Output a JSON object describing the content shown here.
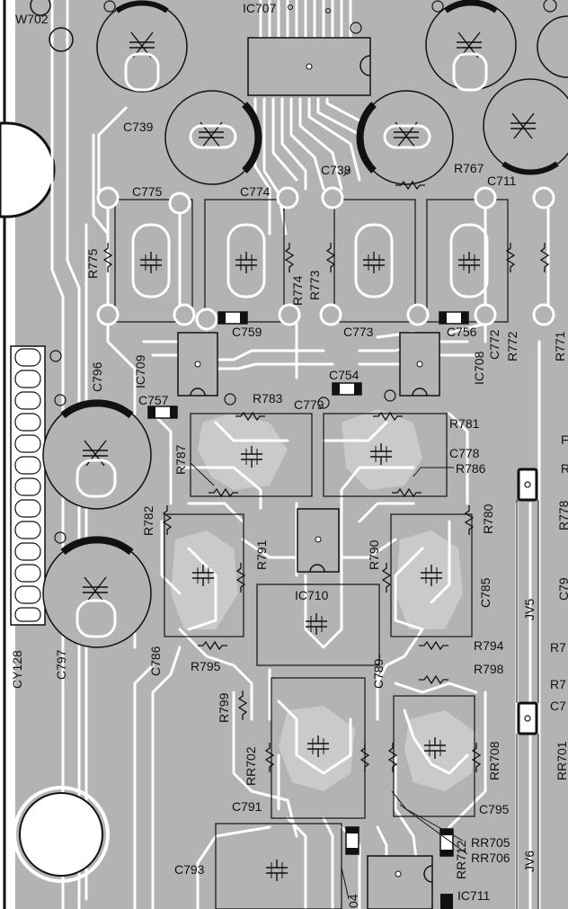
{
  "colors": {
    "board": "#b3b3b3",
    "trace": "#ffffff",
    "ink": "#111111",
    "background": "#ffffff"
  },
  "labels": {
    "w702": "W702",
    "ic707": "IC707",
    "c739": "C739",
    "c738": "C738",
    "r767": "R767",
    "c711": "C711",
    "c775": "C775",
    "c774": "C774",
    "r775": "R775",
    "r774": "R774",
    "r773": "R773",
    "c759": "C759",
    "c773": "C773",
    "c756": "C756",
    "c772": "C772",
    "r772": "R772",
    "r771": "R771",
    "ic709": "IC709",
    "ic708": "IC708",
    "c796": "C796",
    "c754": "C754",
    "c757": "C757",
    "r783": "R783",
    "c779": "C779",
    "r781": "R781",
    "r787": "R787",
    "c778": "C778",
    "r786": "R786",
    "r782": "R782",
    "r791": "R791",
    "r790": "R790",
    "r780": "R780",
    "r778": "R778",
    "c785": "C785",
    "ic710": "IC710",
    "jv5": "JV5",
    "c786": "C786",
    "r795": "R795",
    "r794": "R794",
    "r798": "R798",
    "cy128": "CY128",
    "c797": "C797",
    "r799": "R799",
    "c789": "C789-",
    "rr702": "RR702",
    "rr708": "RR708",
    "rr701": "RR701",
    "c791": "C791",
    "c795": "C795",
    "rr705": "RR705",
    "rr712": "RR712",
    "rr706": "RR706",
    "jv6": "JV6",
    "c793": "C793",
    "ic711": "IC711",
    "edge_r7a": "R7",
    "edge_r7b": "R7",
    "edge_c7": "C7",
    "edge_f": "F",
    "edge_r": "R",
    "edge_c79": "C79",
    "edge_04": "04"
  }
}
